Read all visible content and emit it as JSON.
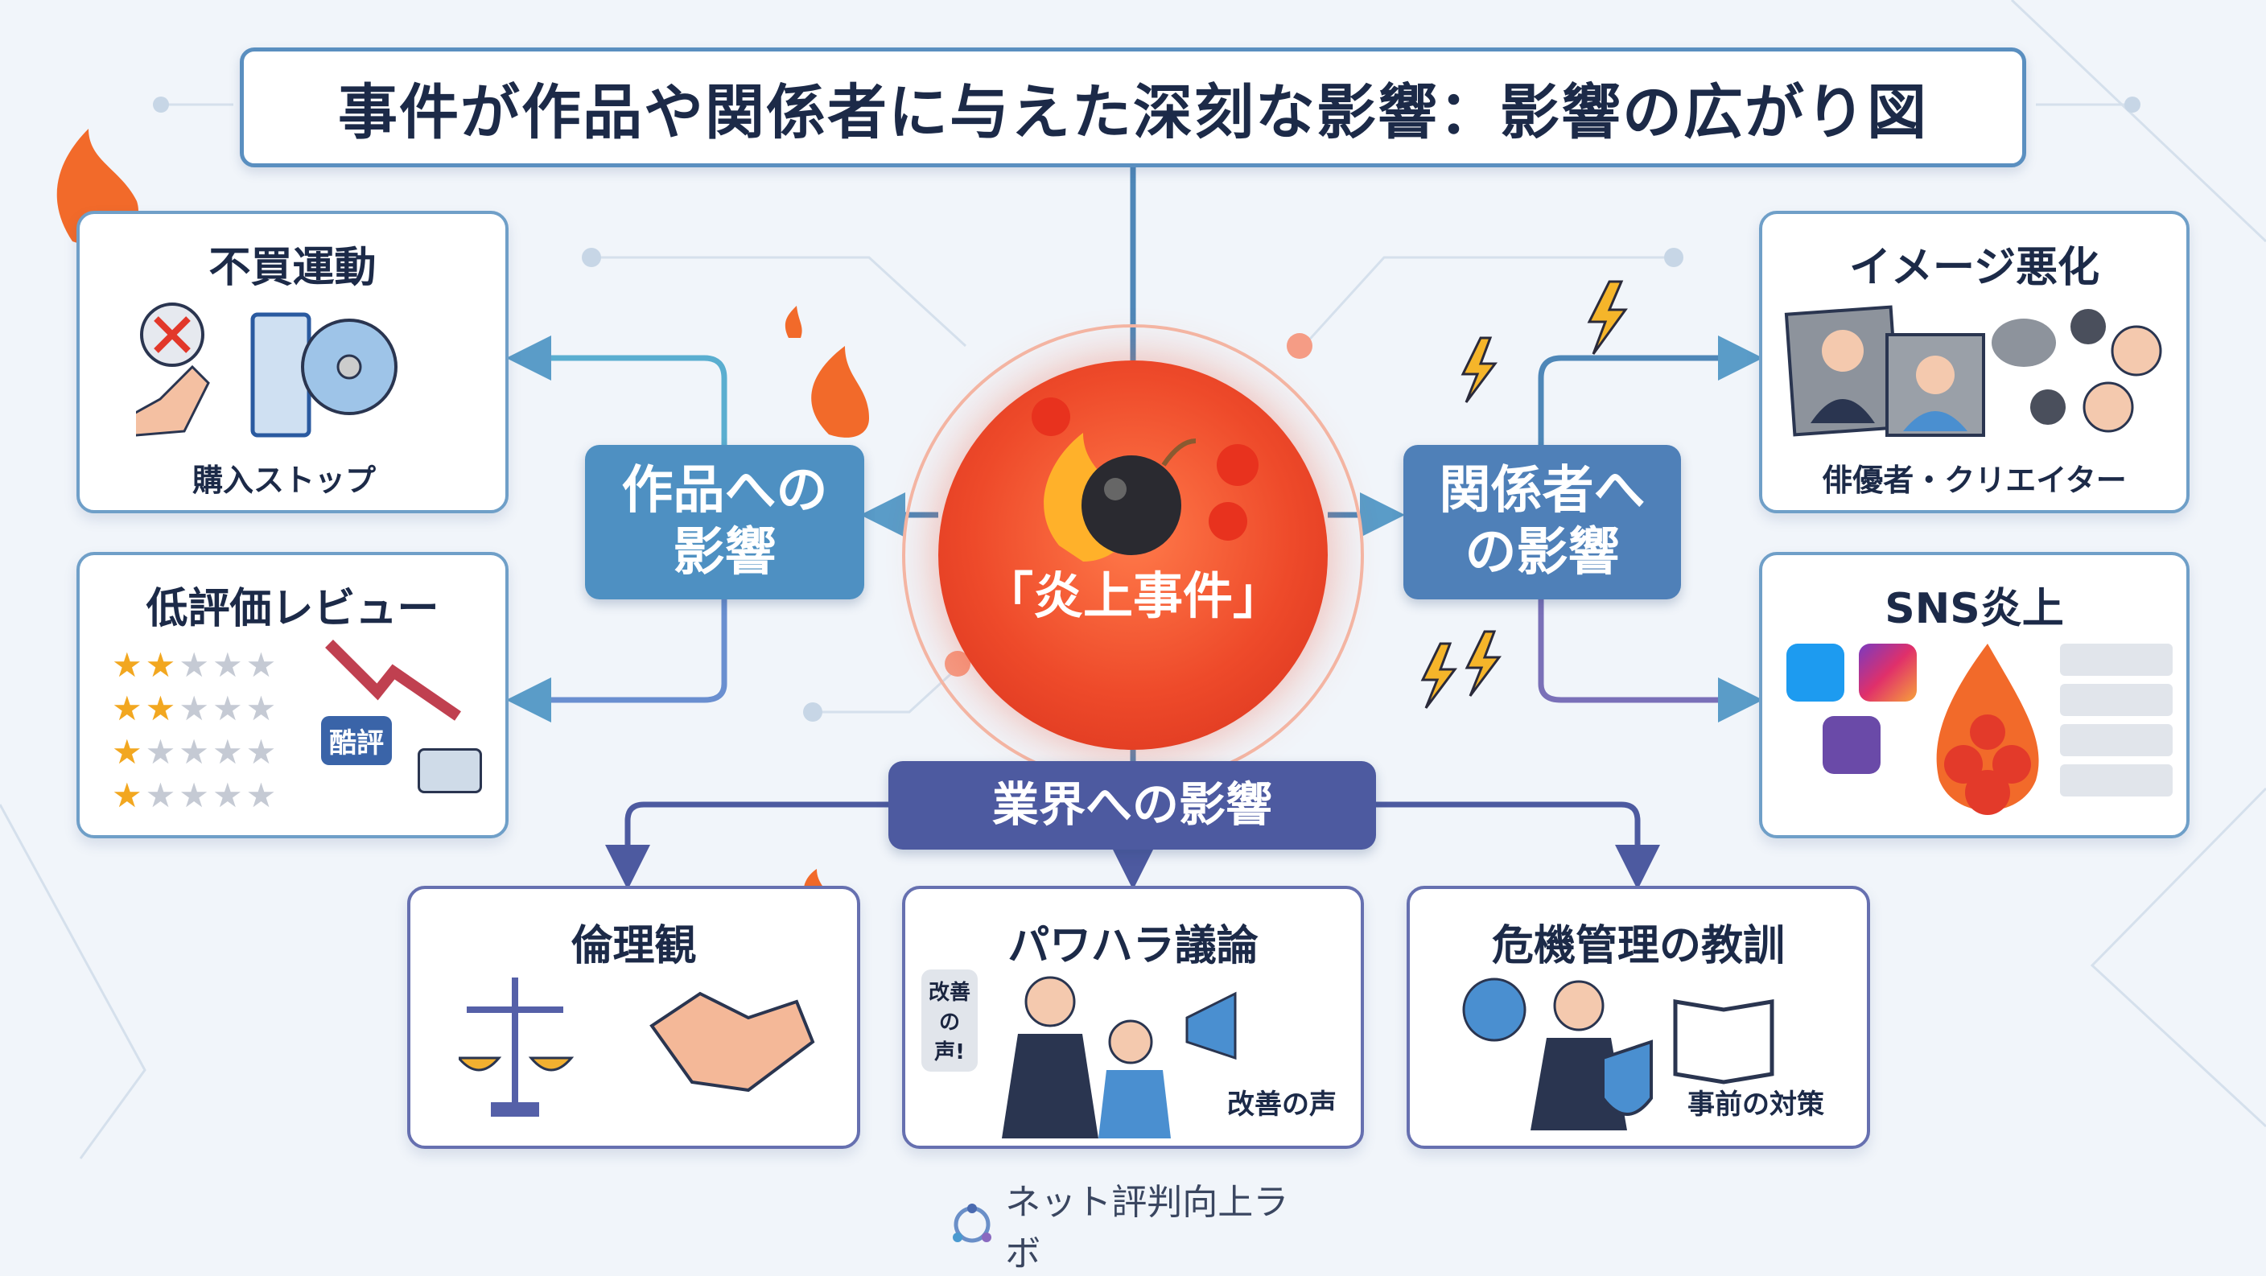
{
  "title": "事件が作品や関係者に与えた深刻な影響：影響の広がり図",
  "center": {
    "label": "「炎上事件」"
  },
  "hubs": {
    "works": "作品への影響",
    "people": "関係者への影響",
    "industry": "業界への影響"
  },
  "cards": {
    "boycott": {
      "title": "不買運動",
      "caption": "購入ストップ"
    },
    "low_rating": {
      "title": "低評価レビュー",
      "bubble": "酷評"
    },
    "image": {
      "title": "イメージ悪化",
      "caption": "俳優者・クリエイター"
    },
    "sns": {
      "title": "SNS炎上"
    },
    "ethics": {
      "title": "倫理観"
    },
    "powerhara": {
      "title": "パワハラ議論",
      "bubble": "改善の声!",
      "caption": "改善の声"
    },
    "crisis": {
      "title": "危機管理の教訓",
      "caption": "事前の対策"
    }
  },
  "footer": {
    "brand": "ネット評判向上ラボ"
  },
  "colors": {
    "accent_blue": "#4e90c2",
    "accent_indigo": "#4d5aa0",
    "fire": "#ee4a2a"
  }
}
